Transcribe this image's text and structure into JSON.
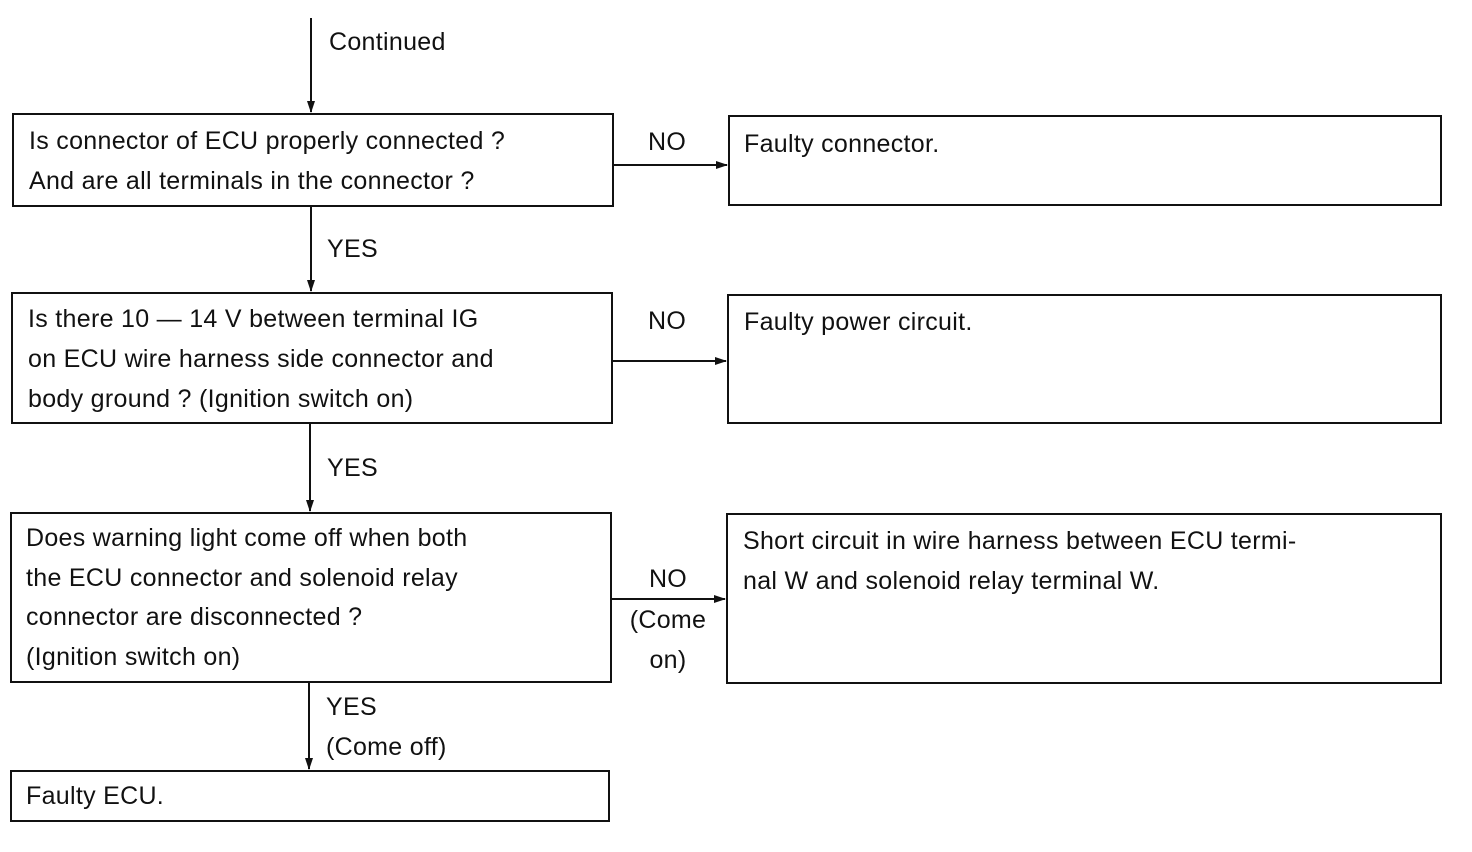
{
  "continued": "Continued",
  "boxes": {
    "q1": [
      "Is connector of ECU properly connected ?",
      "And are all terminals in the connector ?"
    ],
    "q2": [
      "Is there 10 — 14 V between terminal IG",
      "on ECU wire harness side connector and",
      "body ground ? (Ignition switch on)"
    ],
    "q3": [
      "Does warning light come off when both",
      "the ECU connector and solenoid relay",
      "connector are disconnected ?",
      "(Ignition switch on)"
    ],
    "r1": [
      "Faulty connector."
    ],
    "r2": [
      "Faulty power circuit."
    ],
    "r3": [
      "Short circuit in wire harness between ECU termi-",
      "nal W and solenoid relay terminal W."
    ],
    "end": [
      "Faulty ECU."
    ]
  },
  "edges": {
    "q1_no": "NO",
    "q1_yes": "YES",
    "q2_no": "NO",
    "q2_yes": "YES",
    "q3_no": [
      "NO",
      "(Come",
      "on)"
    ],
    "q3_yes": [
      "YES",
      "(Come off)"
    ]
  }
}
